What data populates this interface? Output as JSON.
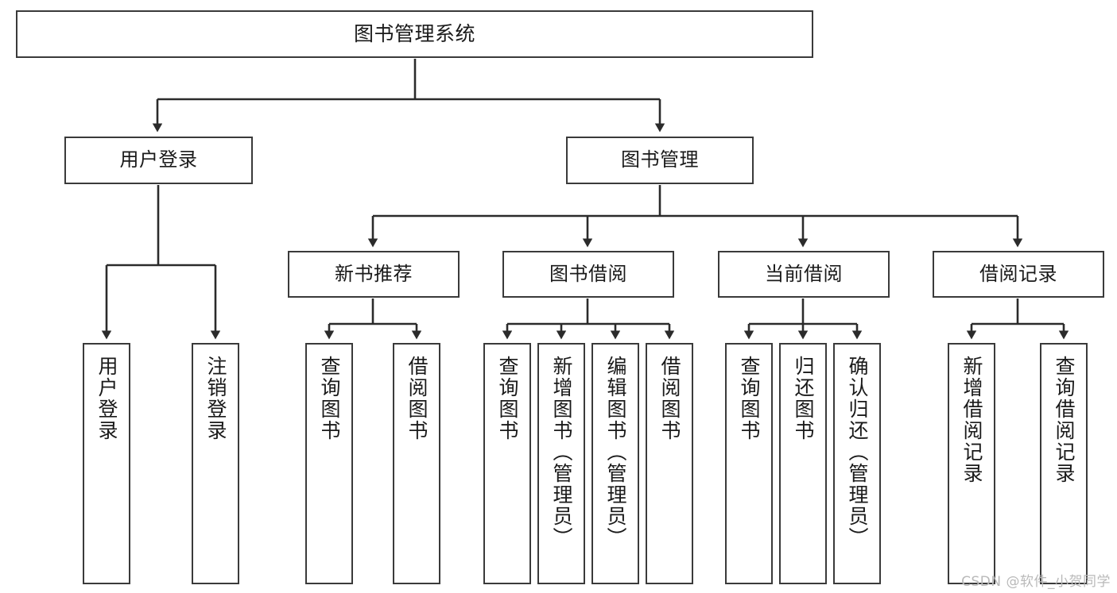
{
  "diagram": {
    "title": "图书管理系统",
    "watermark": "CSDN @软件_小贺同学",
    "style": {
      "border_color": "#3a3a3a",
      "edge_color": "#2b2b2b",
      "background": "#ffffff",
      "text_color": "#1a1a1a",
      "watermark_color": "#b9b9b9"
    },
    "nodes": {
      "root": {
        "label": "图书管理系统"
      },
      "level1": [
        {
          "id": "user-login",
          "label": "用户登录"
        },
        {
          "id": "book-manage",
          "label": "图书管理"
        }
      ],
      "level2": [
        {
          "id": "new-book-rec",
          "label": "新书推荐"
        },
        {
          "id": "book-borrow",
          "label": "图书借阅"
        },
        {
          "id": "current-borrow",
          "label": "当前借阅"
        },
        {
          "id": "borrow-record",
          "label": "借阅记录"
        }
      ],
      "leaves": {
        "user_login": [
          {
            "id": "leaf-user-login",
            "label": "用户登录"
          },
          {
            "id": "leaf-logout",
            "label": "注销登录"
          }
        ],
        "new_book_rec": [
          {
            "id": "leaf-query-book-1",
            "label": "查询图书"
          },
          {
            "id": "leaf-borrow-book-1",
            "label": "借阅图书"
          }
        ],
        "book_borrow": [
          {
            "id": "leaf-query-book-2",
            "label": "查询图书"
          },
          {
            "id": "leaf-add-book",
            "label": "新增图书（管理员）"
          },
          {
            "id": "leaf-edit-book",
            "label": "编辑图书（管理员）"
          },
          {
            "id": "leaf-borrow-book-2",
            "label": "借阅图书"
          }
        ],
        "current_borrow": [
          {
            "id": "leaf-query-book-3",
            "label": "查询图书"
          },
          {
            "id": "leaf-return-book",
            "label": "归还图书"
          },
          {
            "id": "leaf-confirm-return",
            "label": "确认归还（管理员）"
          }
        ],
        "borrow_record": [
          {
            "id": "leaf-add-record",
            "label": "新增借阅记录"
          },
          {
            "id": "leaf-query-record",
            "label": "查询借阅记录"
          }
        ]
      }
    }
  },
  "chart_data": {
    "type": "diagram",
    "subtype": "tree-hierarchy",
    "title": "图书管理系统",
    "orientation": "top-down",
    "edge_style": "orthogonal-with-arrowheads",
    "nodes": [
      {
        "id": "n0",
        "label": "图书管理系统",
        "level": 0,
        "parent": null
      },
      {
        "id": "n1",
        "label": "用户登录",
        "level": 1,
        "parent": "n0"
      },
      {
        "id": "n2",
        "label": "图书管理",
        "level": 1,
        "parent": "n0"
      },
      {
        "id": "n3",
        "label": "用户登录",
        "level": 2,
        "parent": "n1"
      },
      {
        "id": "n4",
        "label": "注销登录",
        "level": 2,
        "parent": "n1"
      },
      {
        "id": "n5",
        "label": "新书推荐",
        "level": 2,
        "parent": "n2"
      },
      {
        "id": "n6",
        "label": "图书借阅",
        "level": 2,
        "parent": "n2"
      },
      {
        "id": "n7",
        "label": "当前借阅",
        "level": 2,
        "parent": "n2"
      },
      {
        "id": "n8",
        "label": "借阅记录",
        "level": 2,
        "parent": "n2"
      },
      {
        "id": "n9",
        "label": "查询图书",
        "level": 3,
        "parent": "n5"
      },
      {
        "id": "n10",
        "label": "借阅图书",
        "level": 3,
        "parent": "n5"
      },
      {
        "id": "n11",
        "label": "查询图书",
        "level": 3,
        "parent": "n6"
      },
      {
        "id": "n12",
        "label": "新增图书（管理员）",
        "level": 3,
        "parent": "n6"
      },
      {
        "id": "n13",
        "label": "编辑图书（管理员）",
        "level": 3,
        "parent": "n6"
      },
      {
        "id": "n14",
        "label": "借阅图书",
        "level": 3,
        "parent": "n6"
      },
      {
        "id": "n15",
        "label": "查询图书",
        "level": 3,
        "parent": "n7"
      },
      {
        "id": "n16",
        "label": "归还图书",
        "level": 3,
        "parent": "n7"
      },
      {
        "id": "n17",
        "label": "确认归还（管理员）",
        "level": 3,
        "parent": "n7"
      },
      {
        "id": "n18",
        "label": "新增借阅记录",
        "level": 3,
        "parent": "n8"
      },
      {
        "id": "n19",
        "label": "查询借阅记录",
        "level": 3,
        "parent": "n8"
      }
    ]
  }
}
